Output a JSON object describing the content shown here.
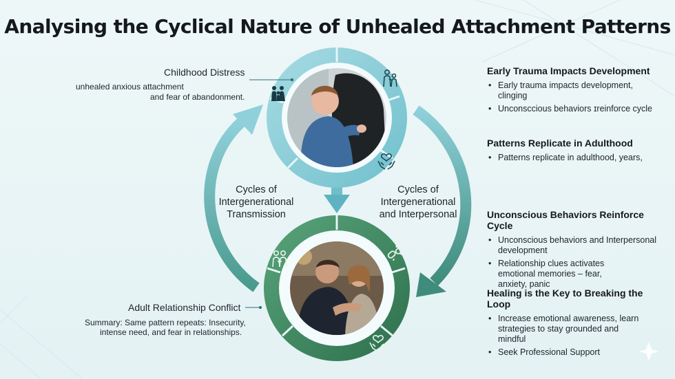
{
  "title": "Analysing the Cyclical Nature of Unhealed Attachment Patterns",
  "top_node": {
    "label": "Childhood Distress",
    "caption_line1": "unhealed anxious attachment",
    "caption_line2": "and fear of abandonment.",
    "icons": [
      "family-icon",
      "parent-child-icon",
      "heart-hands-icon"
    ]
  },
  "bottom_node": {
    "label": "Adult Relationship Conflict",
    "caption_line1": "Summary: Same pattern repeats: Insecurity,",
    "caption_line2": "intense need, and fear in relationships.",
    "icons": [
      "couple-icon",
      "broken-chain-icon",
      "heart-hands-icon"
    ]
  },
  "left_arrow_label": [
    "Cycles of",
    "Intergenerational",
    "Transmission"
  ],
  "right_arrow_label": [
    "Cycles of",
    "Intergenerational",
    "and Interpersonal"
  ],
  "sections": [
    {
      "title": "Early Trauma Impacts Development",
      "bullets": [
        "Early trauma impacts development, clinging",
        "Unconsccious behaviors ɪreinforce cycle"
      ]
    },
    {
      "title": "Patterns Replicate in Adulthood",
      "bullets": [
        "Patterns replicate in adulthood, years,"
      ]
    },
    {
      "title": "Unconscious Behaviors Reinforce Cycle",
      "bullets": [
        "Unconscious behaviors and Interpersonal development",
        "Relationship clues activates emotional memories – fear, anxiety, panic"
      ]
    },
    {
      "title": "Healing is the Key to Breaking the Loop",
      "bullets": [
        "Increase emotional awareness, learn strategies to stay grounded and mindful",
        "Seek Professional Support"
      ]
    }
  ],
  "colors": {
    "top_ring": "#8fcfda",
    "top_ring_dark": "#5bb7c7",
    "bottom_ring": "#3d8a62",
    "bottom_ring_dark": "#2a6e4a",
    "arrow_left": "#7cc3cf",
    "arrow_right": "#5aaab0"
  }
}
